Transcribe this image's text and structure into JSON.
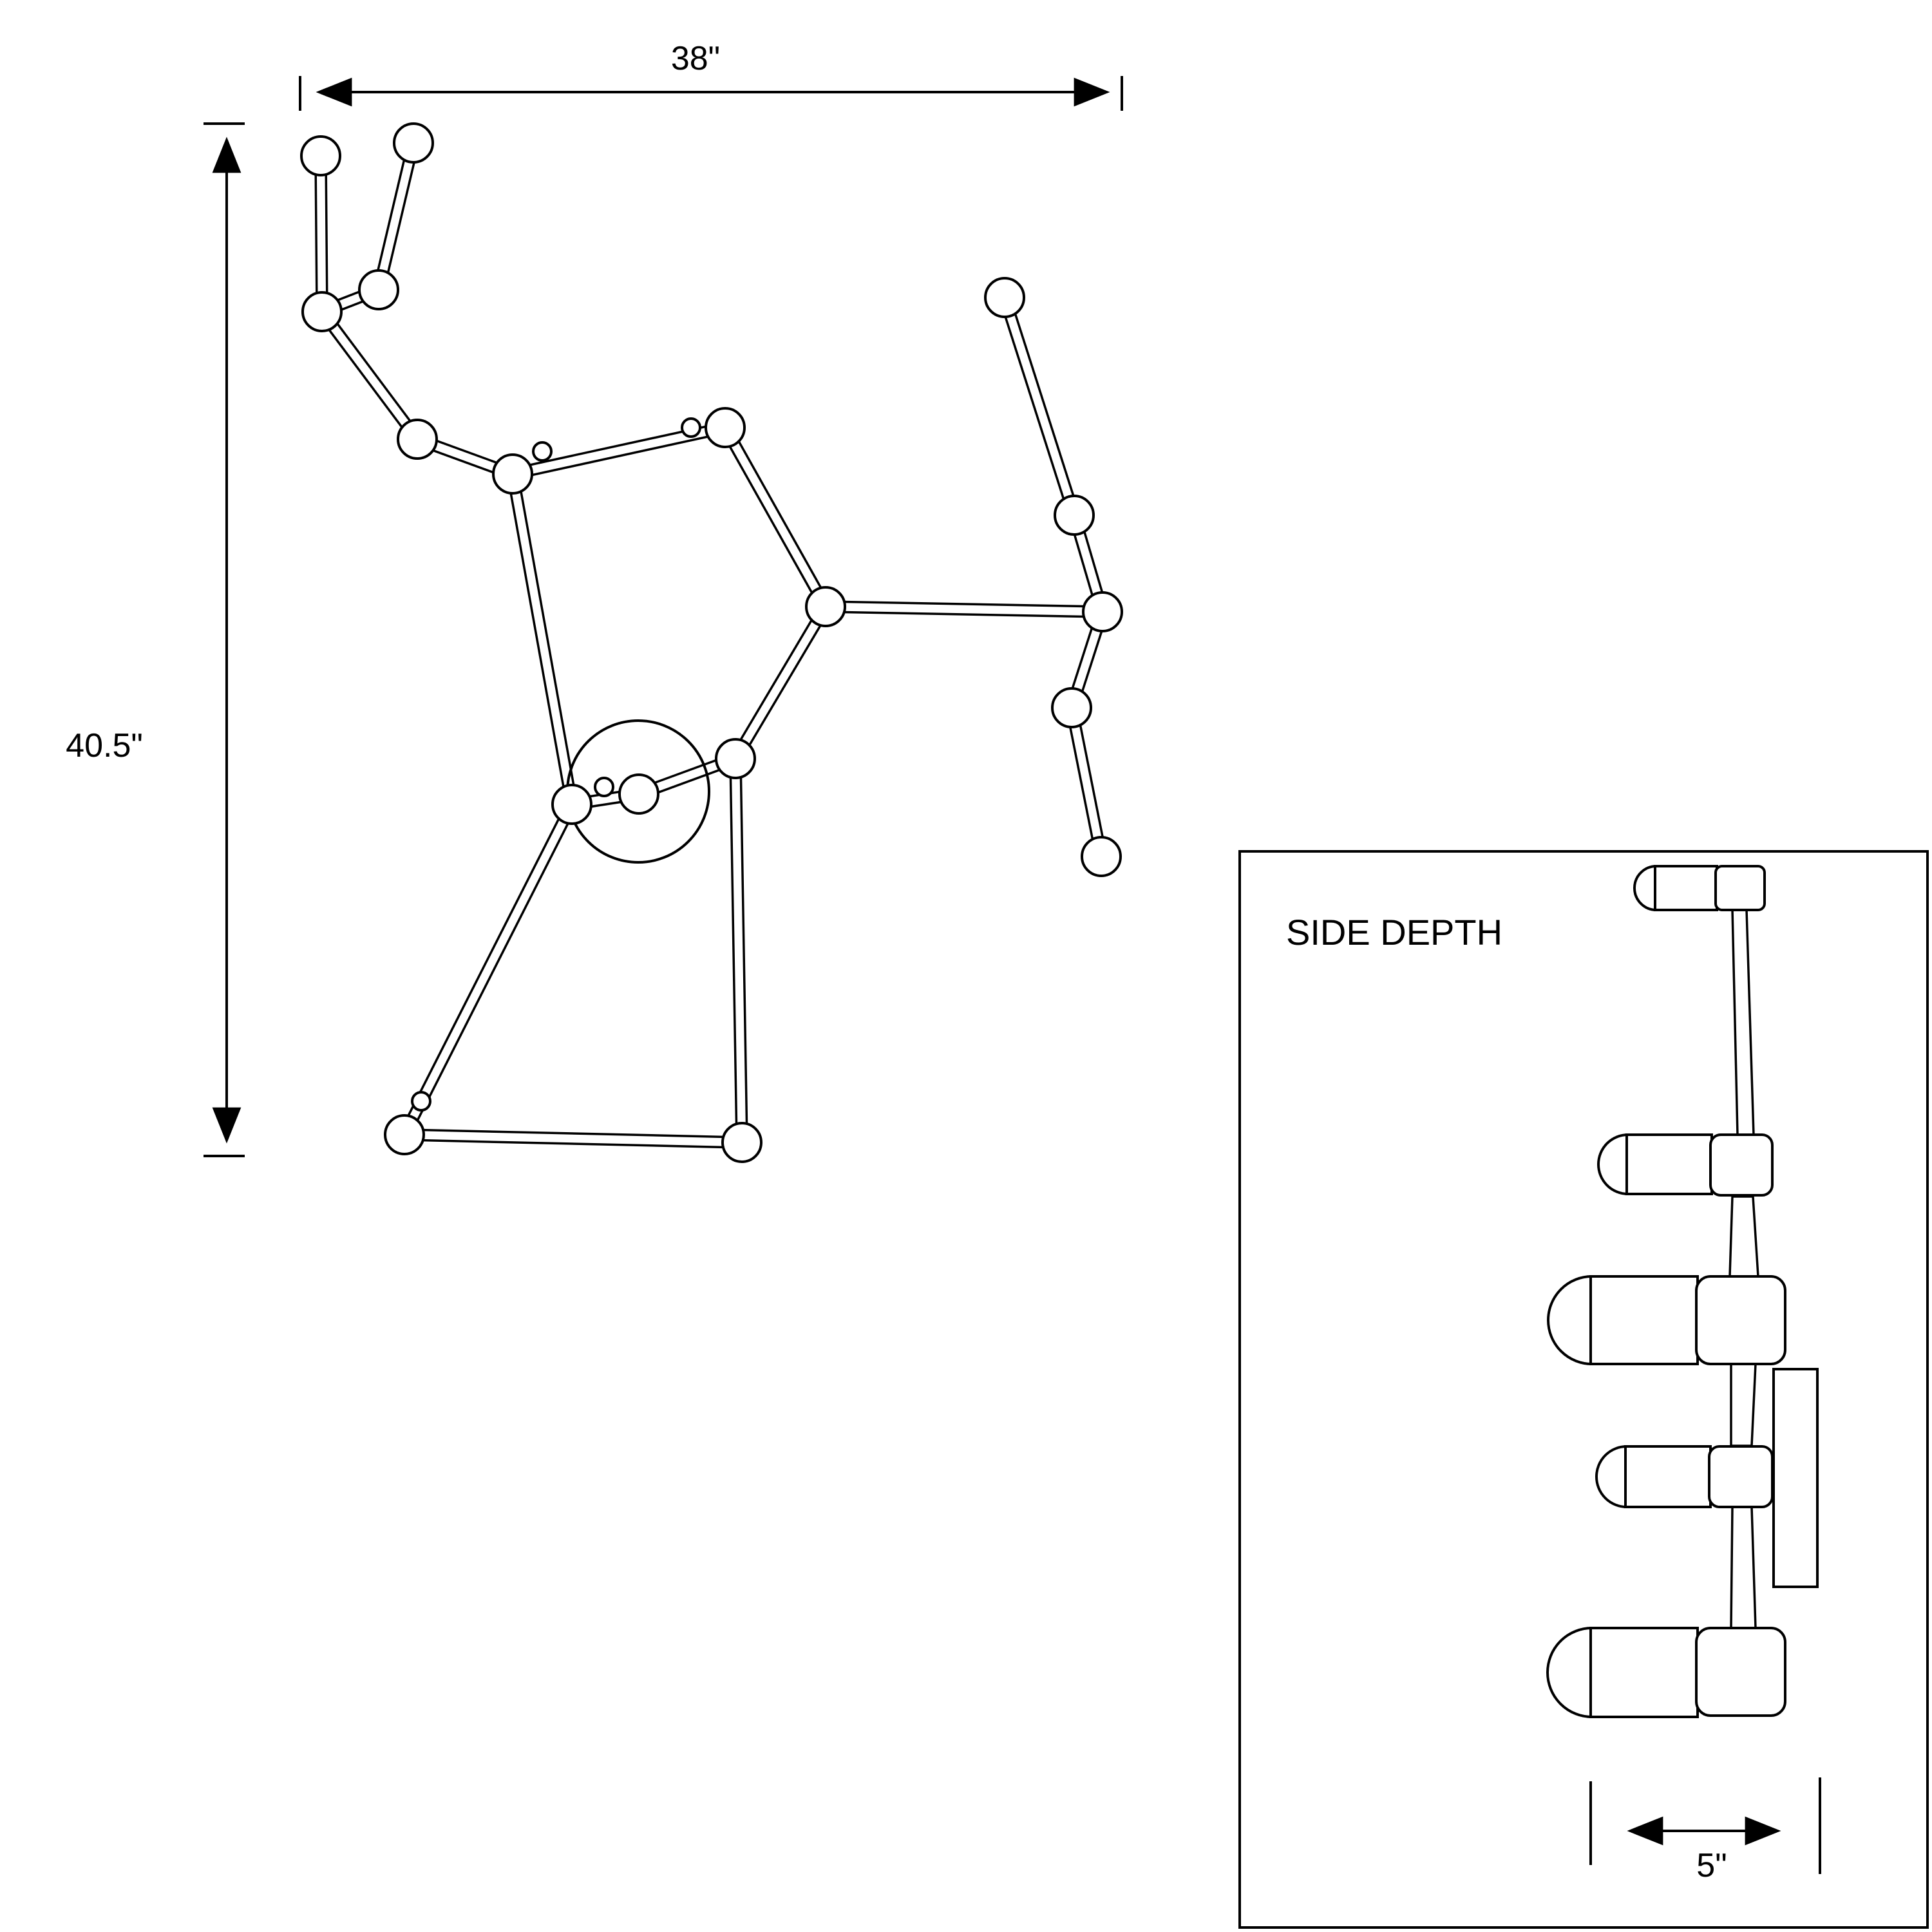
{
  "dimensions": {
    "width_label": "38\"",
    "height_label": "40.5\"",
    "depth_label": "5\""
  },
  "side_view": {
    "title": "SIDE DEPTH"
  },
  "colors": {
    "line": "#000000",
    "background": "#ffffff"
  }
}
